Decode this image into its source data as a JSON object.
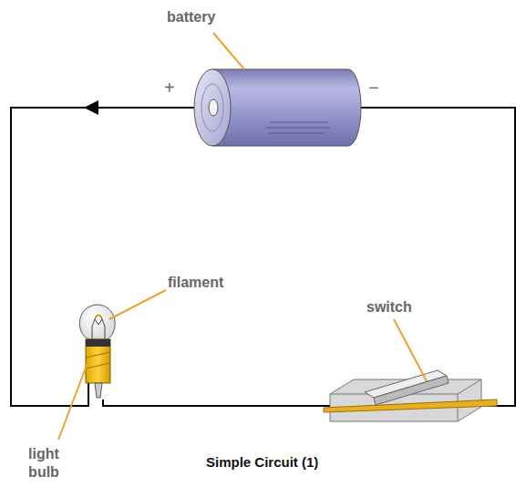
{
  "diagram": {
    "caption": "Simple Circuit (1)",
    "labels": [
      "battery",
      "+",
      "−",
      "filament",
      "switch",
      "light bulb"
    ]
  }
}
